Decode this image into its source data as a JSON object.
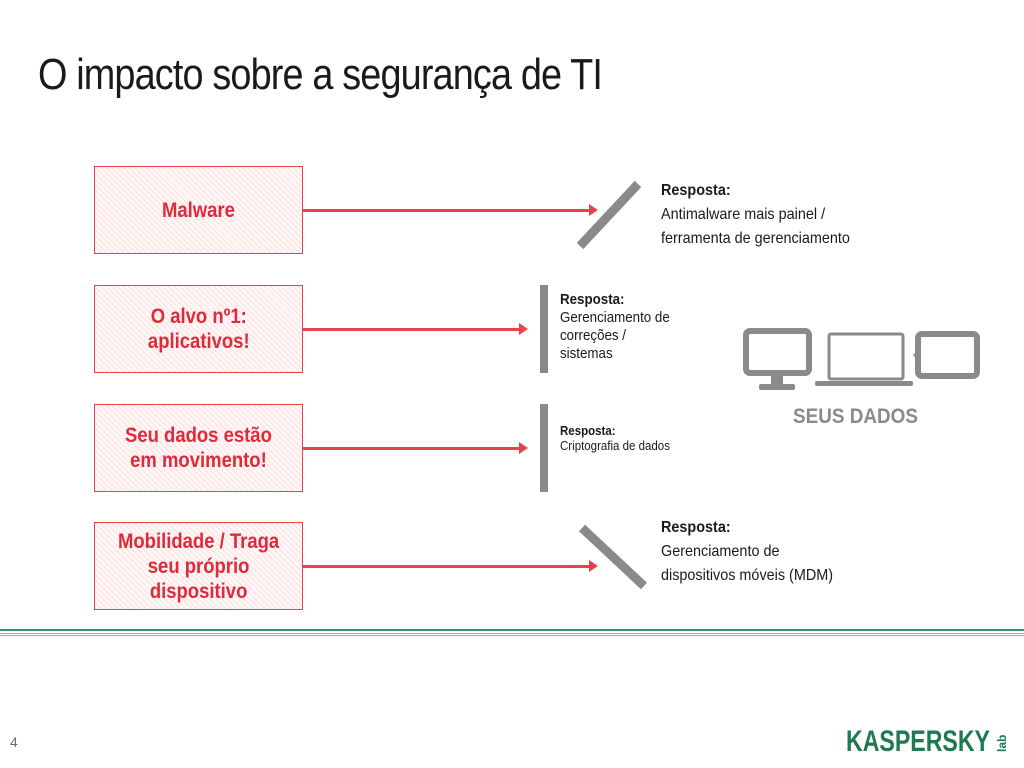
{
  "slide": {
    "title": "O impacto sobre a segurança de TI",
    "page_number": "4"
  },
  "threats": [
    {
      "label": "Malware"
    },
    {
      "label_lines": [
        "O alvo nº1:",
        "aplicativos!"
      ]
    },
    {
      "label_lines": [
        "Seu dados estão",
        "em movimento!"
      ]
    },
    {
      "label_lines": [
        "Mobilidade / Traga",
        "seu próprio",
        "dispositivo"
      ]
    }
  ],
  "responses": [
    {
      "heading": "Resposta:",
      "lines": [
        "Antimalware mais painel /",
        "ferramenta de gerenciamento"
      ]
    },
    {
      "heading": "Resposta:",
      "lines": [
        "Gerenciamento de",
        "correções /",
        "sistemas"
      ]
    },
    {
      "heading": "Resposta:",
      "lines": [
        "Criptografia de dados"
      ]
    },
    {
      "heading": "Resposta:",
      "lines": [
        "Gerenciamento de",
        "dispositivos móveis (MDM)"
      ]
    }
  ],
  "data_zone": {
    "label": "SEUS DADOS",
    "icons": [
      "desktop-monitor-icon",
      "laptop-icon",
      "tablet-icon"
    ]
  },
  "brand": {
    "logo_text": "KASPERSKY",
    "logo_suffix": "lab",
    "logo_color": "#1e7a4f",
    "accent_color": "#e8424f"
  }
}
